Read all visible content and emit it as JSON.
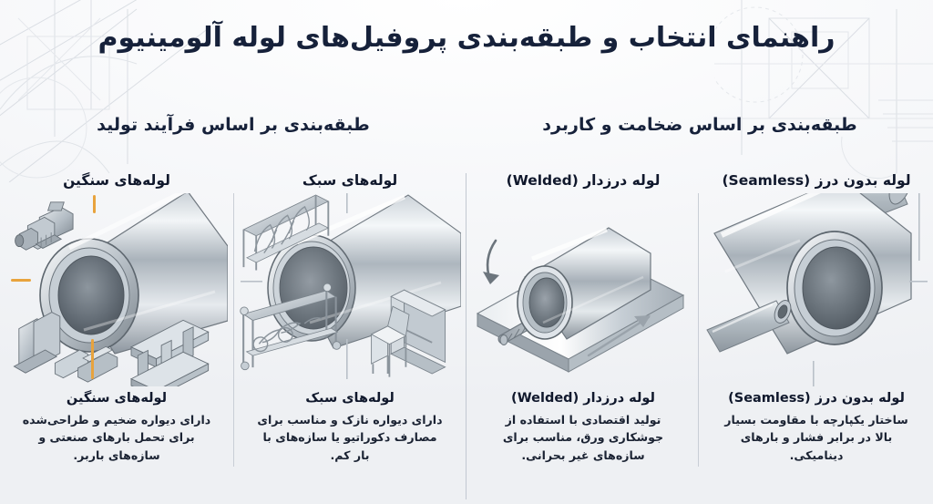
{
  "poster": {
    "title": "راهنمای انتخاب و طبقه‌بندی پروفیل‌های لوله آلومینیوم",
    "accent_color": "#e8a33d",
    "metal_light": "#eef1f4",
    "metal_mid": "#9aa4ae",
    "metal_dark": "#5d666f",
    "text_color": "#16213a"
  },
  "sections": {
    "by_application": "طبقه‌بندی بر اساس ضخامت و کاربرد",
    "by_process": "طبقه‌بندی بر اساس فرآیند تولید"
  },
  "columns": [
    {
      "id": "heavy",
      "top_label": "لوله‌های سنگین",
      "caption_title": "لوله‌های سنگین",
      "caption_body": "دارای دیواره ضخیم و طراحی‌شده برای تحمل بارهای صنعتی و سازه‌های باربر.",
      "art": "thick-wall-tube-with-motor-and-ibeams"
    },
    {
      "id": "light",
      "top_label": "لوله‌های سبک",
      "caption_title": "لوله‌های سبک",
      "caption_body": "دارای دیواره نازک و مناسب برای مصارف دکوراتیو یا سازه‌های با بار کم.",
      "art": "thin-wall-tube-with-railings-and-furniture"
    },
    {
      "id": "welded",
      "top_label": "لوله درزدار (Welded)",
      "caption_title": "لوله درزدار (Welded)",
      "caption_body": "تولید اقتصادی با استفاده از جوشکاری ورق، مناسب برای سازه‌های غیر بحرانی.",
      "art": "rolled-sheet-tube-with-weld-bead"
    },
    {
      "id": "seamless",
      "top_label": "لوله بدون درز (Seamless)",
      "caption_title": "لوله بدون درز (Seamless)",
      "caption_body": "ساختار یکپارچه با مقاومت بسیار بالا در برابر فشار و بارهای دینامیکی.",
      "art": "seamless-tube-cluster"
    }
  ]
}
